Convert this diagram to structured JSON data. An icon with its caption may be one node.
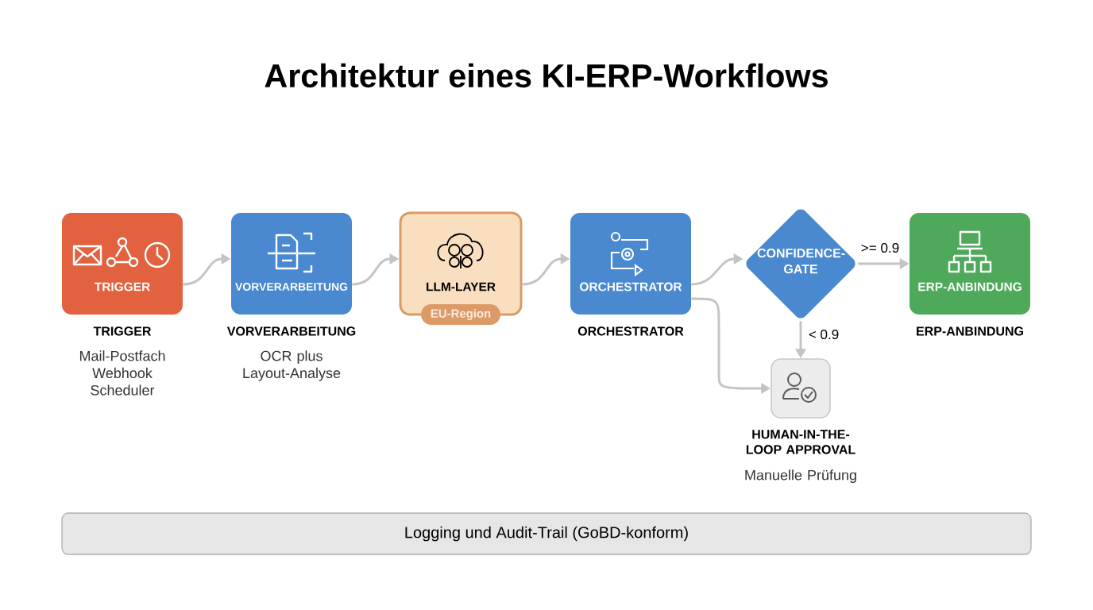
{
  "diagram": {
    "title": "Architektur eines KI-ERP-Workflows",
    "nodes": [
      {
        "text": [
          "TRIGGER"
        ],
        "beside": [
          "TRIGGER",
          "Mail-Postfach Webhook Scheduler"
        ]
      },
      {
        "text": [
          "VORVERARBEITUNG"
        ],
        "beside": [
          "VORVERARBEITUNG",
          "OCR plus Layout-Analyse"
        ]
      },
      {
        "text": [
          "LLM-LAYER",
          "EU-Region"
        ]
      },
      {
        "text": [
          "ORCHESTRATOR"
        ],
        "beside": [
          "ORCHESTRATOR"
        ]
      },
      {
        "text": [
          "CONFIDENCE-GATE"
        ]
      },
      {
        "text": [],
        "shape": "box",
        "beside": [
          "HUMAN-IN-THE-LOOP APPROVAL",
          "Manuelle Prüfung"
        ]
      },
      {
        "text": [
          "ERP-ANBINDUNG"
        ],
        "beside": [
          "ERP-ANBINDUNG"
        ]
      },
      {
        "text": [
          "Logging und Audit-Trail (GoBD-konform)"
        ]
      }
    ],
    "edges": [
      {
        "from": 0,
        "to": 1,
        "arrow": "to"
      },
      {
        "from": 1,
        "to": 2,
        "arrow": "to"
      },
      {
        "from": 2,
        "to": 3,
        "arrow": "to"
      },
      {
        "from": 3,
        "to": 4,
        "arrow": "to"
      },
      {
        "from": 4,
        "to": 6,
        "arrow": "to",
        "label": ">= 0.9"
      },
      {
        "from": 4,
        "to": 5,
        "arrow": "to",
        "label": "< 0.9"
      },
      {
        "from": 3,
        "to": 5,
        "arrow": "to"
      }
    ]
  }
}
